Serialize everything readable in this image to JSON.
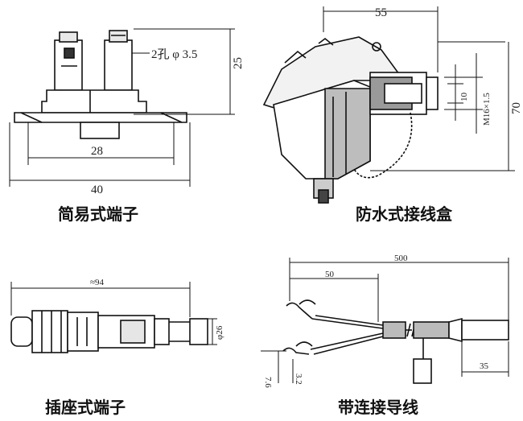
{
  "panels": {
    "simple_terminal": {
      "caption": "简易式端子",
      "dim_hole": "2孔 φ 3.5",
      "dim_height": "25",
      "dim_inner": "28",
      "dim_outer": "40"
    },
    "waterproof_box": {
      "caption": "防水式接线盒",
      "dim_width": "55",
      "dim_thread": "M16×1.5",
      "dim_bore": "10",
      "dim_height": "70"
    },
    "socket_terminal": {
      "caption": "插座式端子",
      "dim_length": "≈94",
      "dim_diameter": "φ26"
    },
    "wire_terminal": {
      "caption": "带连接导线",
      "dim_total": "500",
      "dim_fork": "50",
      "dim_tip": "35",
      "dim_a": "7.6",
      "dim_b": "3.2"
    }
  }
}
